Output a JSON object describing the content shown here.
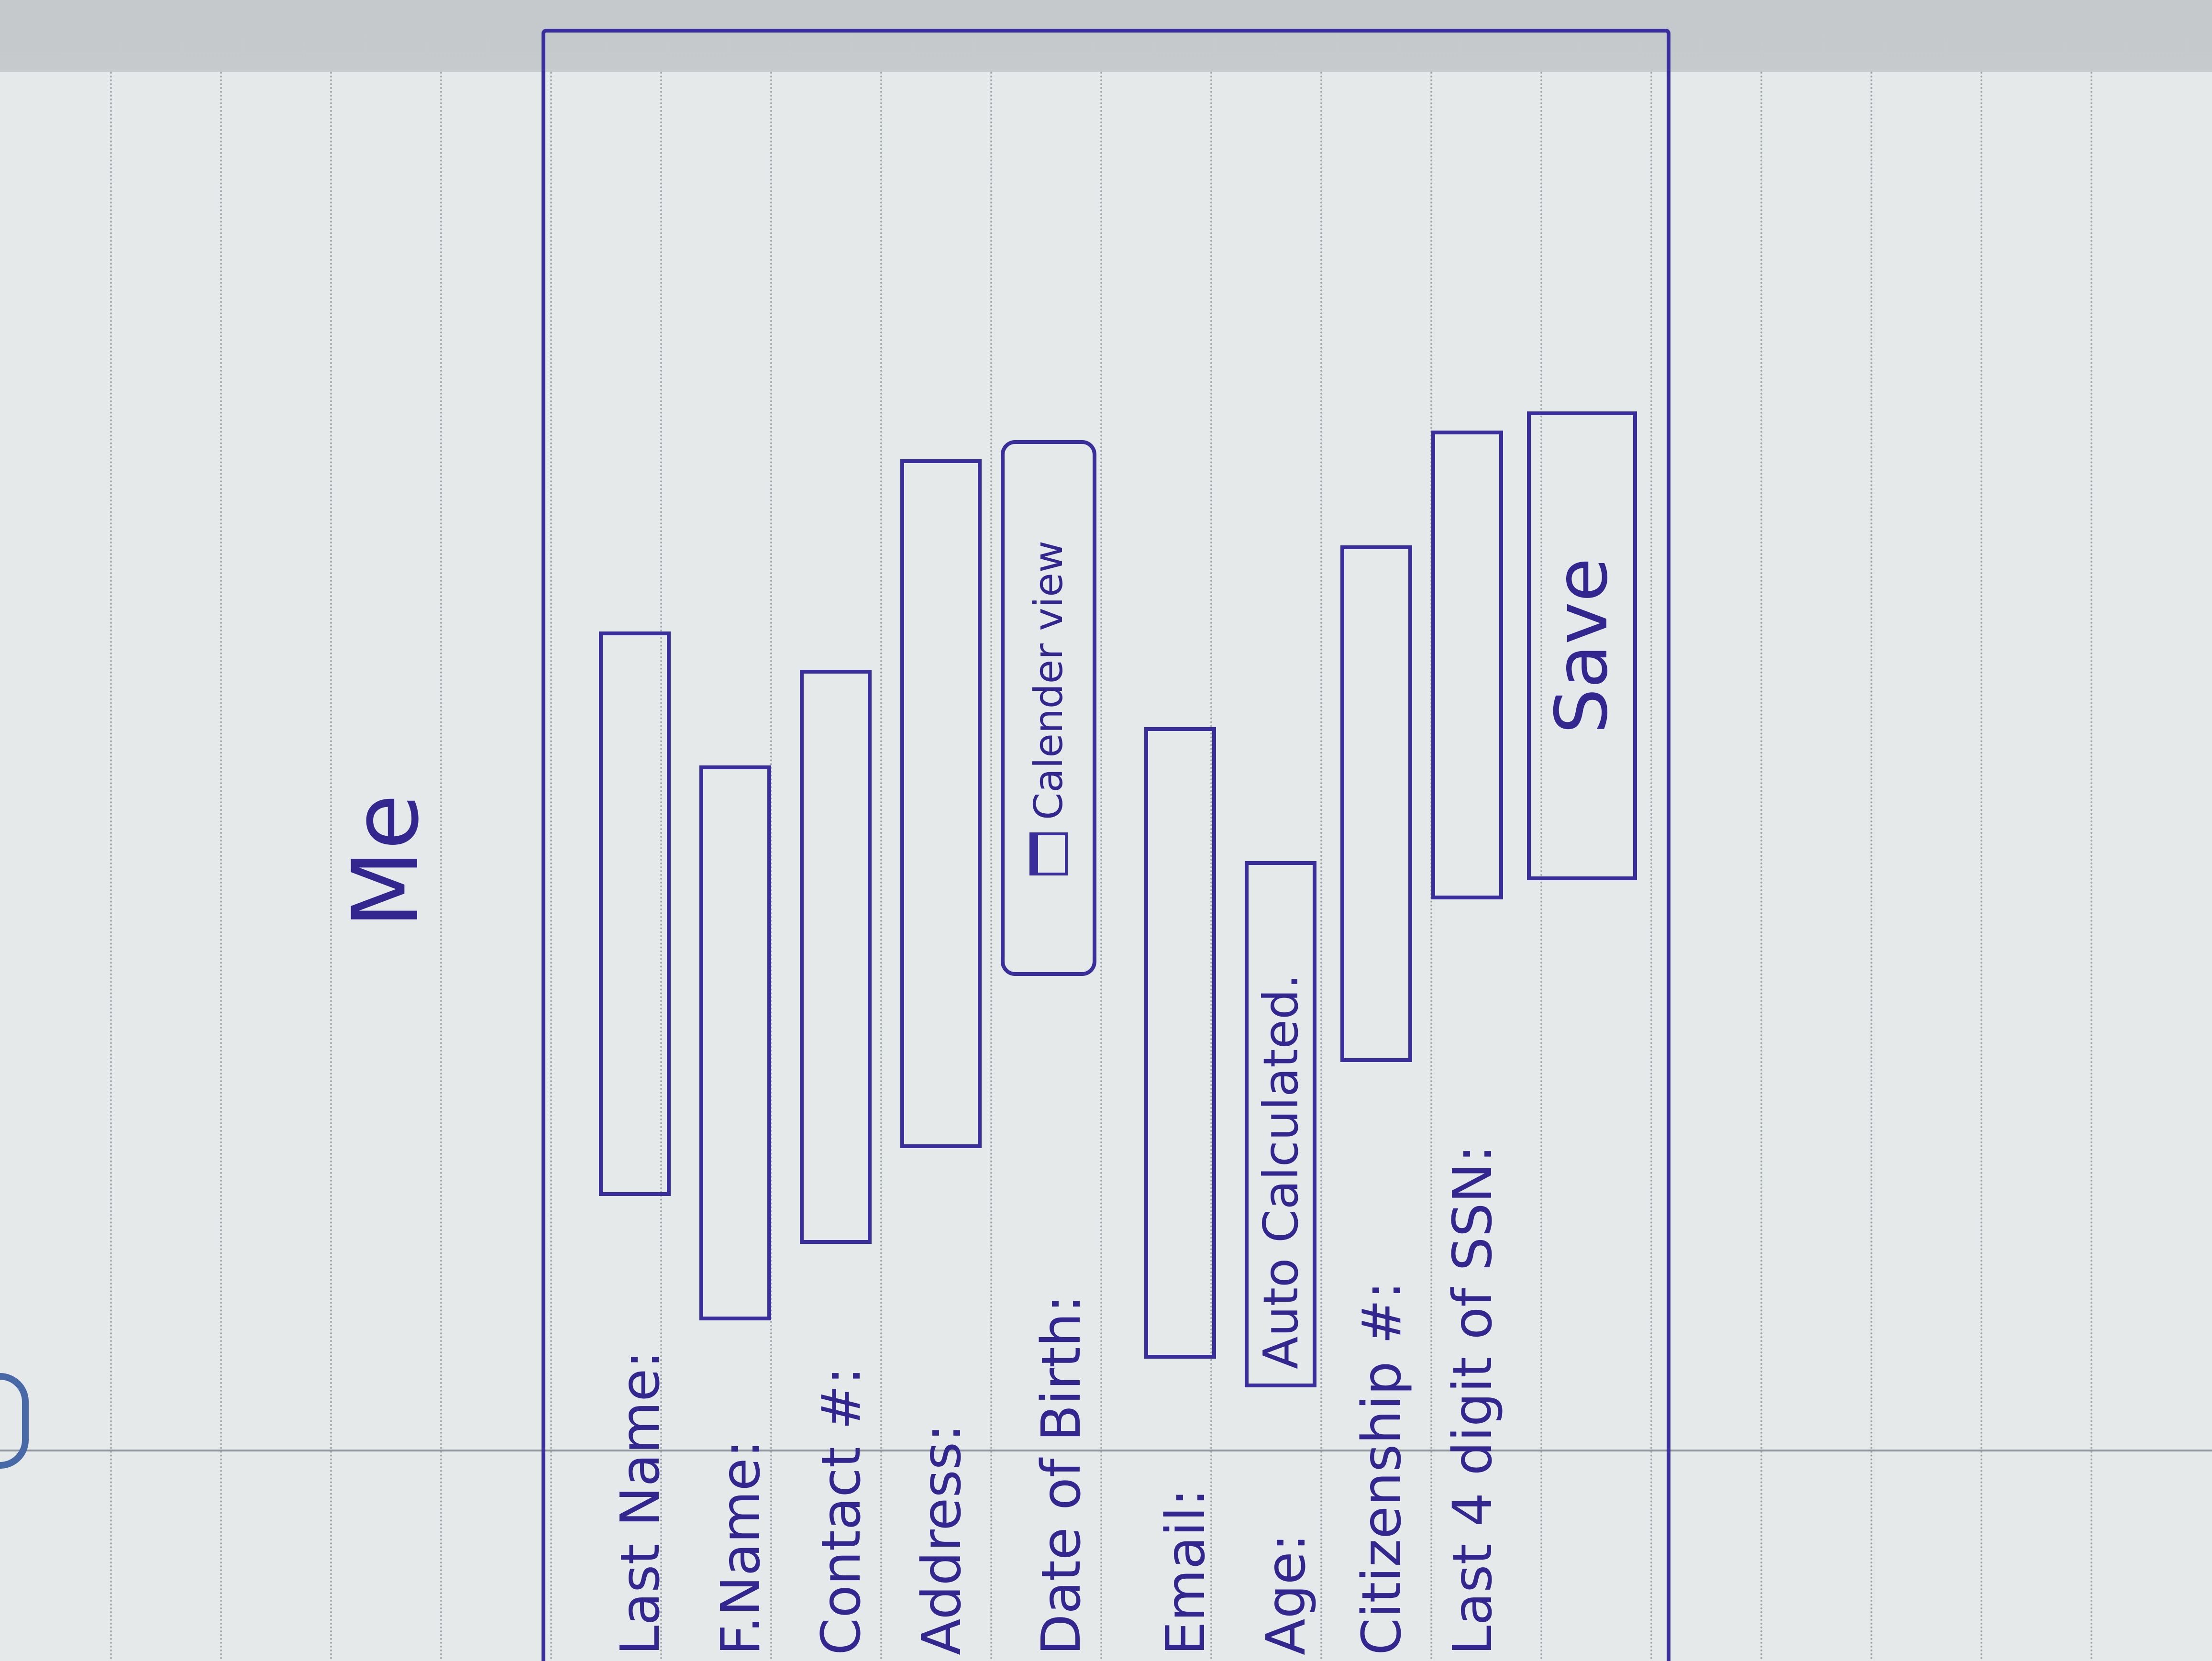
{
  "page": {
    "title": "Me",
    "accent_color": "#3a2f9a",
    "paper_color": "#e6e9ea",
    "icon": "circle-mark-icon"
  },
  "form": {
    "last_name": {
      "label": "Last Name:",
      "value": ""
    },
    "first_name": {
      "label": "F.Name:",
      "value": ""
    },
    "contact": {
      "label": "Contact #:",
      "value": ""
    },
    "address": {
      "label": "Address:",
      "value": ""
    },
    "date_of_birth": {
      "label": "Date of Birth:",
      "calendar_label": "Calender view",
      "icon": "calendar-icon"
    },
    "email": {
      "label": "Email:",
      "value": ""
    },
    "age": {
      "label": "Age:",
      "value": "Auto Calculated."
    },
    "citizenship": {
      "label": "Citizenship #:",
      "value": ""
    },
    "ssn_last4": {
      "label": "Last 4 digit of SSN:",
      "value": ""
    },
    "save_label": "Save"
  }
}
